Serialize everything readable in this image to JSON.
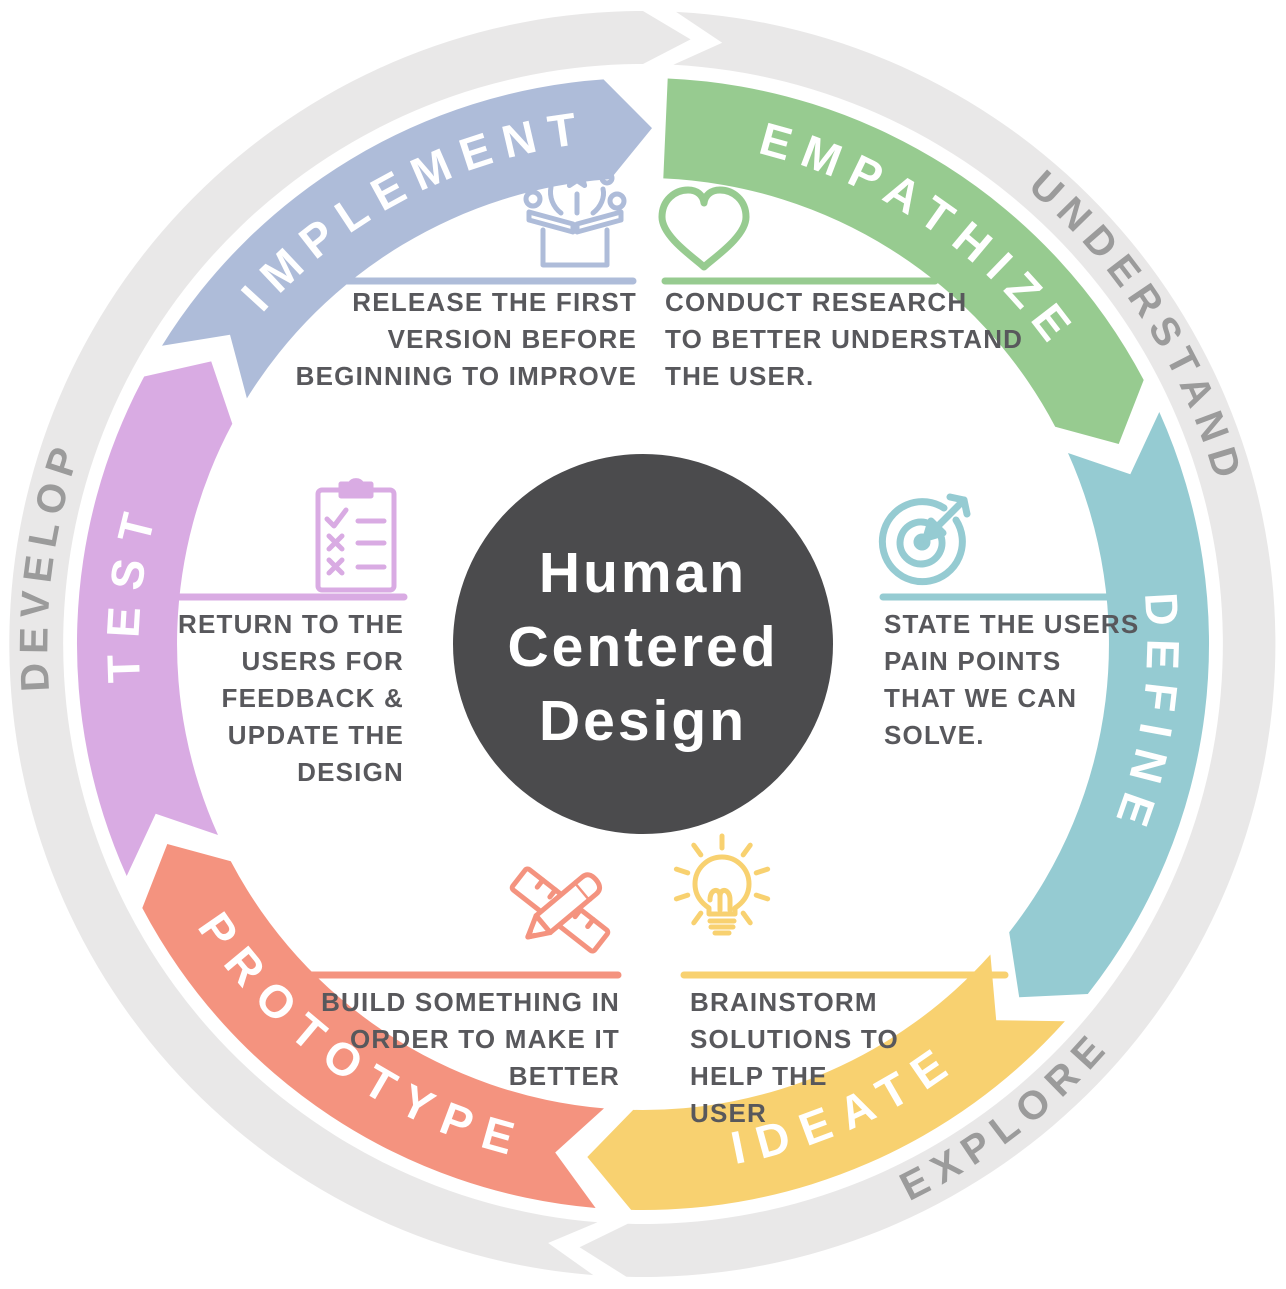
{
  "diagram_title": {
    "line1": "Human",
    "line2": "Centered",
    "line3": "Design"
  },
  "stages": [
    {
      "name": "Empathize",
      "label": "EMPATHIZE",
      "description": "CONDUCT RESEARCH\nTO BETTER UNDERSTAND\nTHE USER.",
      "icon": "heart-icon",
      "color": "#97cb90"
    },
    {
      "name": "Define",
      "label": "DEFINE",
      "description": "STATE THE USERS\nPAIN POINTS\nTHAT WE CAN\nSOLVE.",
      "icon": "target-icon",
      "color": "#95cbd2"
    },
    {
      "name": "Ideate",
      "label": "IDEATE",
      "description": "BRAINSTORM\nSOLUTIONS TO\nHELP THE\nUSER",
      "icon": "lightbulb-icon",
      "color": "#f8d170"
    },
    {
      "name": "Prototype",
      "label": "PROTOTYPE",
      "description": "BUILD SOMETHING IN\nORDER TO MAKE IT\nBETTER",
      "icon": "pencil-ruler-icon",
      "color": "#f4937f"
    },
    {
      "name": "Test",
      "label": "TEST",
      "description": "RETURN TO THE\nUSERS FOR\nFEEDBACK &\nUPDATE THE\nDESIGN",
      "icon": "clipboard-checklist-icon",
      "color": "#d9abe3"
    },
    {
      "name": "Implement",
      "label": "IMPLEMENT",
      "description": "RELEASE THE FIRST\nVERSION BEFORE\nBEGINNING TO IMPROVE",
      "icon": "open-box-confetti-icon",
      "color": "#aebcd9"
    }
  ],
  "outer_phases": [
    {
      "label": "UNDERSTAND"
    },
    {
      "label": "EXPLORE"
    },
    {
      "label": "DEVELOP"
    }
  ],
  "colors": {
    "outer_ring": "#e9e8e8",
    "outer_label": "#9b9b9b",
    "center_circle": "#4b4b4d",
    "band_label_text": "#ffffff",
    "description_text": "#58585c",
    "background": "#ffffff"
  }
}
